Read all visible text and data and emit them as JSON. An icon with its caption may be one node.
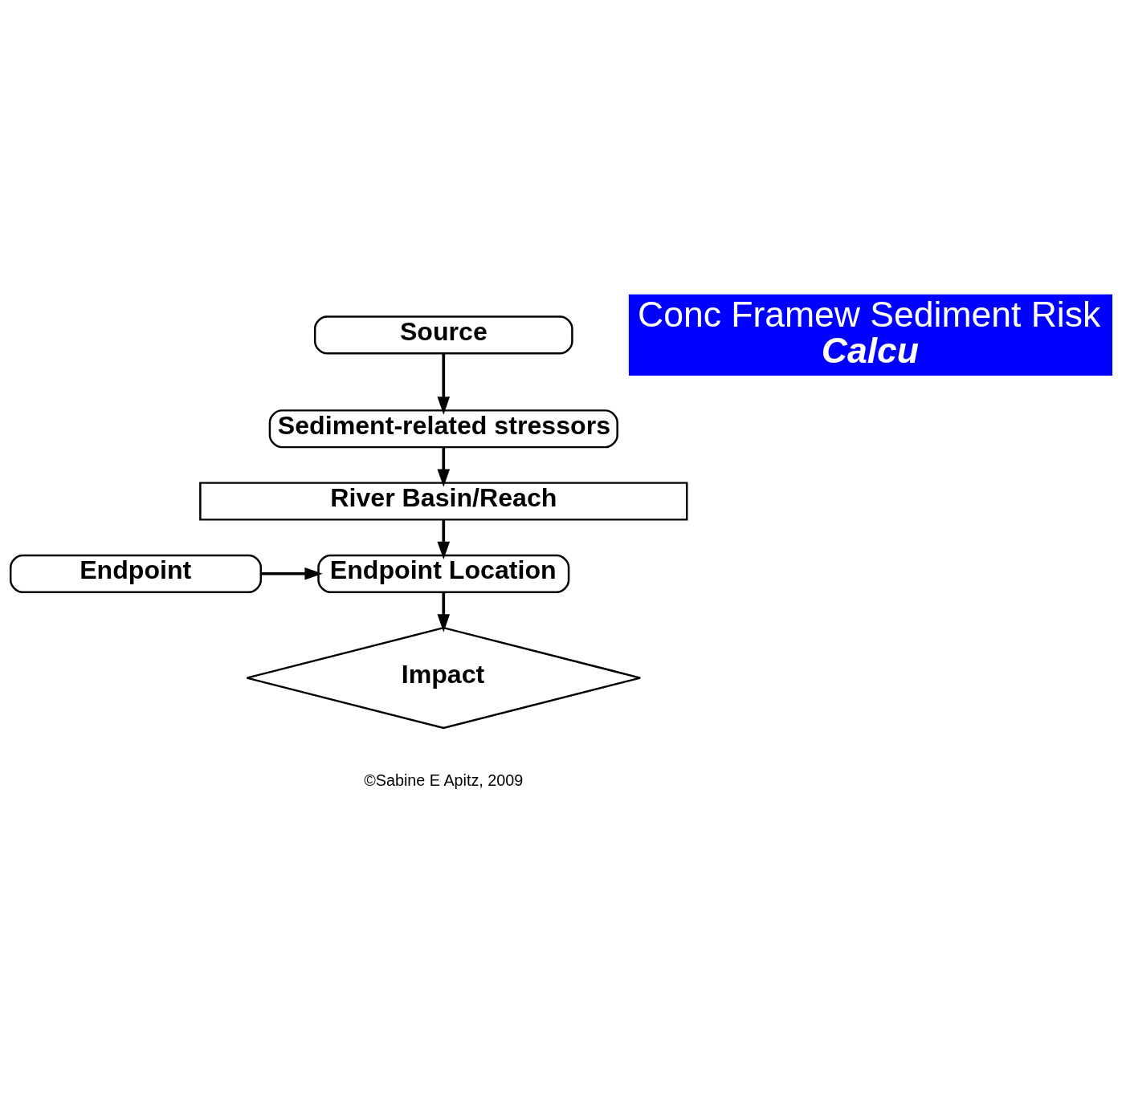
{
  "diagram": {
    "nodes": [
      {
        "text": [
          "Source"
        ]
      },
      {
        "text": [
          "Sediment-related stressors"
        ]
      },
      {
        "text": [
          "River Basin/Reach"
        ]
      },
      {
        "text": [
          "Endpoint Location"
        ]
      },
      {
        "text": [
          "Endpoint"
        ]
      },
      {
        "text": [
          "Impact"
        ]
      },
      {
        "text": [
          "Conc Framew Sediment Risk",
          "Calcu"
        ]
      }
    ],
    "edges": [
      {
        "from": 0,
        "to": 1,
        "arrow": "to"
      },
      {
        "from": 1,
        "to": 2,
        "arrow": "to"
      },
      {
        "from": 2,
        "to": 3,
        "arrow": "to"
      },
      {
        "from": 4,
        "to": 3,
        "arrow": "to"
      },
      {
        "from": 3,
        "to": 5,
        "arrow": "to"
      }
    ],
    "labels": [
      "©Sabine E Apitz, 2009"
    ]
  }
}
